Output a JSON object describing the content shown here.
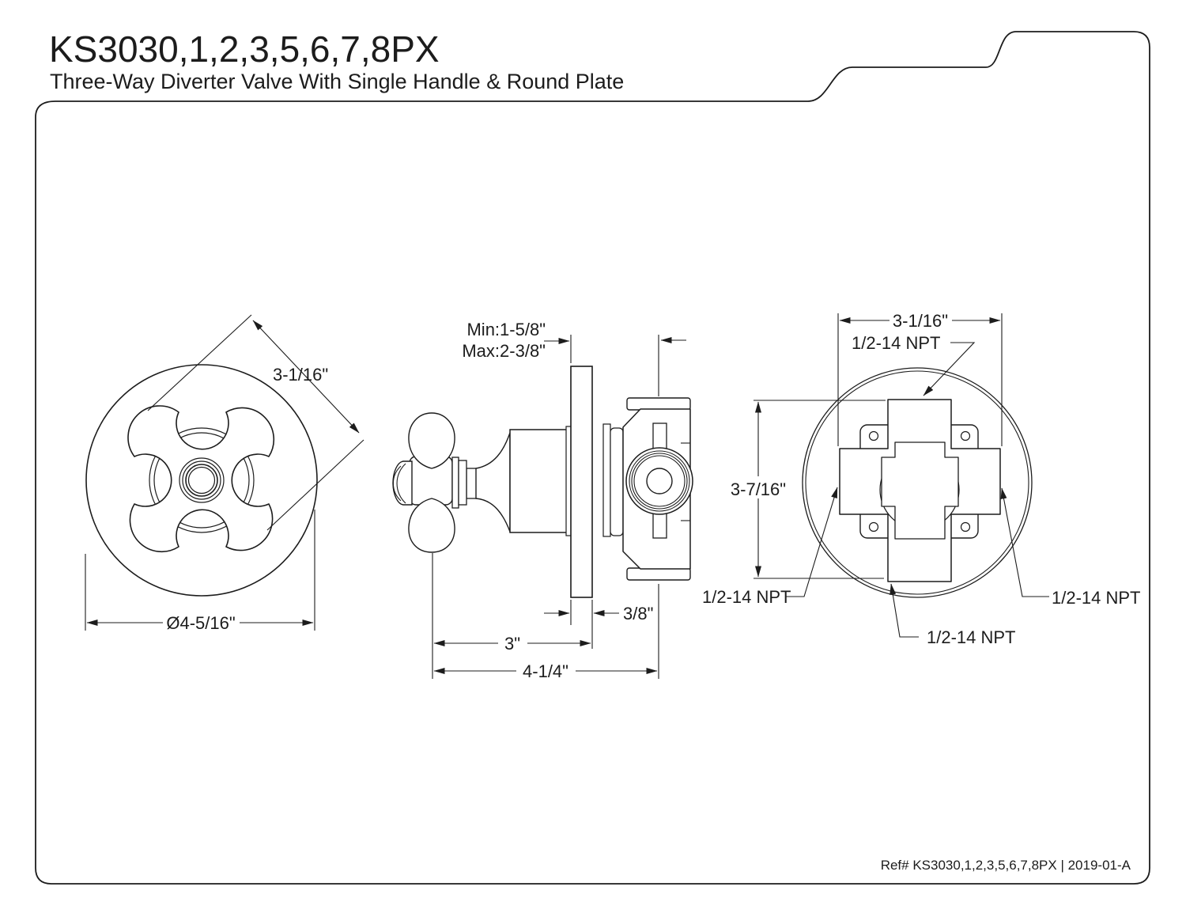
{
  "header": {
    "title": "KS3030,1,2,3,5,6,7,8PX",
    "subtitle": "Three-Way Diverter Valve With Single Handle & Round Plate"
  },
  "footer": {
    "ref": "Ref# KS3030,1,2,3,5,6,7,8PX | 2019-01-A"
  },
  "colors": {
    "line": "#1c1c1c",
    "background": "#ffffff"
  },
  "views": {
    "front": {
      "dim_handle_diagonal": "3-1/16\"",
      "dim_plate_diameter": "Ø4-5/16\""
    },
    "side": {
      "min_wall_depth": "Min:1-5/8\"",
      "max_wall_depth": "Max:2-3/8\"",
      "dim_plate_thickness": "3/8\"",
      "dim_handle_to_plate_back": "3\"",
      "dim_overall_depth": "4-1/4\""
    },
    "back": {
      "dim_ports_width": "3-1/16\"",
      "dim_ports_height": "3-7/16\"",
      "npt_top": "1/2-14 NPT",
      "npt_left": "1/2-14 NPT",
      "npt_right": "1/2-14 NPT",
      "npt_bottom": "1/2-14 NPT"
    }
  }
}
